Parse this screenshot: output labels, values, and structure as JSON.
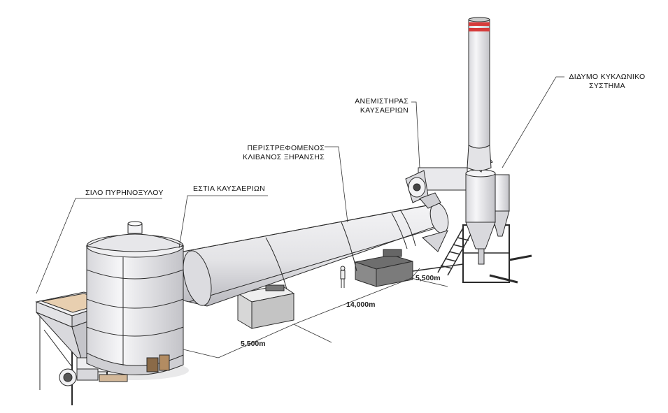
{
  "labels": {
    "silo": "ΣΙΛΟ ΠΥΡΗΝΟΞΥΛΟΥ",
    "furnace": "ΕΣΤΙΑ ΚΑΥΣΑΕΡΙΩΝ",
    "kiln_line1": "ΠΕΡΙΣΤΡΕΦΟΜΕΝΟΣ",
    "kiln_line2": "ΚΛΙΒΑΝΟΣ ΞΗΡΑΝΣΗΣ",
    "fan_line1": "ΑΝΕΜΙΣΤΗΡΑΣ",
    "fan_line2": "ΚΑΥΣΑΕΡΙΩΝ",
    "cyclone_line1": "ΔΙΔΥΜΟ ΚΥΚΛΩΝΙΚΟ",
    "cyclone_line2": "ΣΥΣΤΗΜΑ"
  },
  "dimensions": {
    "left_spacing": "5,500m",
    "kiln_length": "14,000m",
    "right_spacing": "5,500m"
  },
  "colors": {
    "steel": "#e6e6e8",
    "shadow": "#b9b9bf",
    "outline": "#2a2a2a",
    "stack_band": "#d63b3b",
    "hopper_inner": "#e8cfb0",
    "concrete": "#dcdcdc"
  }
}
